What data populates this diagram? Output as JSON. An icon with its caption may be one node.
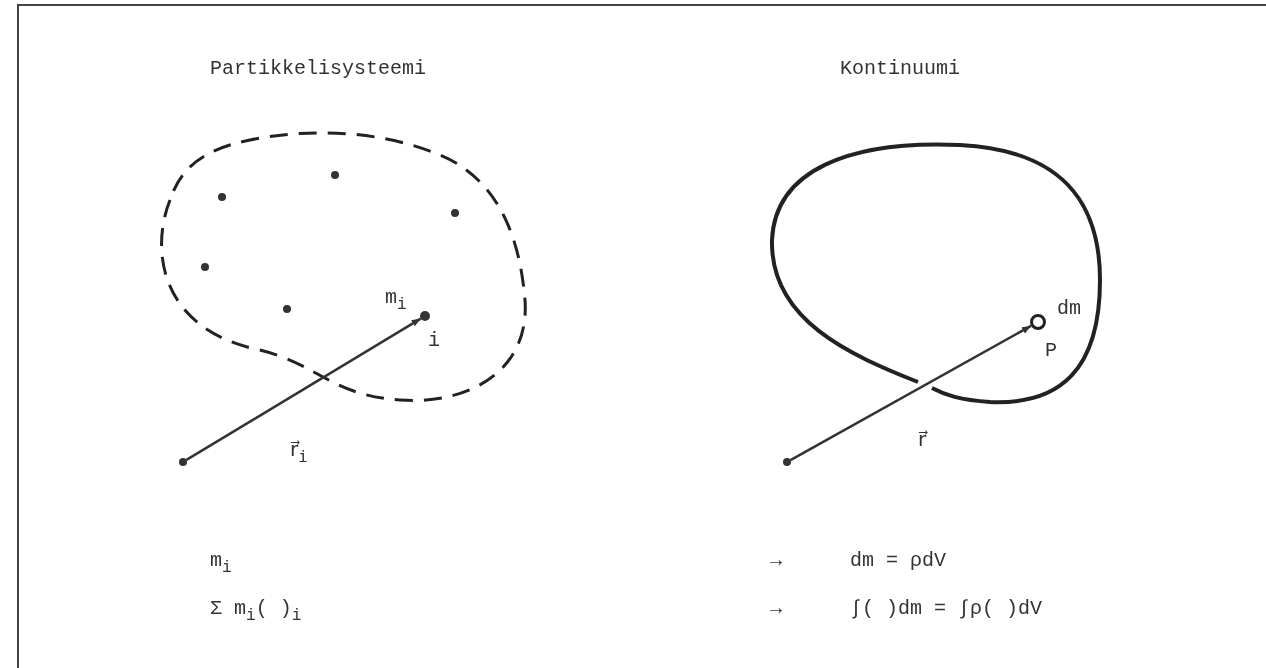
{
  "diagram": {
    "nodes": [
      {
        "text": [],
        "shape": "circle"
      },
      {
        "text": [],
        "shape": "circle",
        "beside": [
          "m$_{i}$",
          "i"
        ]
      },
      {
        "text": [],
        "shape": "circle"
      },
      {
        "text": [],
        "shape": "circle",
        "beside": [
          "dm",
          "P"
        ]
      }
    ],
    "edges": [
      {
        "from": 0,
        "to": 1,
        "arrow": "to",
        "label": "r⃗$_{i}$"
      },
      {
        "from": 2,
        "to": 3,
        "arrow": "to",
        "label": "r⃗"
      }
    ],
    "labels": [
      "Partikkelisysteemi",
      "Kontinuumi",
      "m$_{i}$",
      "→",
      "dm = ρdV",
      "Σ m$_{i}$( )$_{i}$",
      "→",
      "∫( )dm = ∫ρ( )dV"
    ]
  }
}
